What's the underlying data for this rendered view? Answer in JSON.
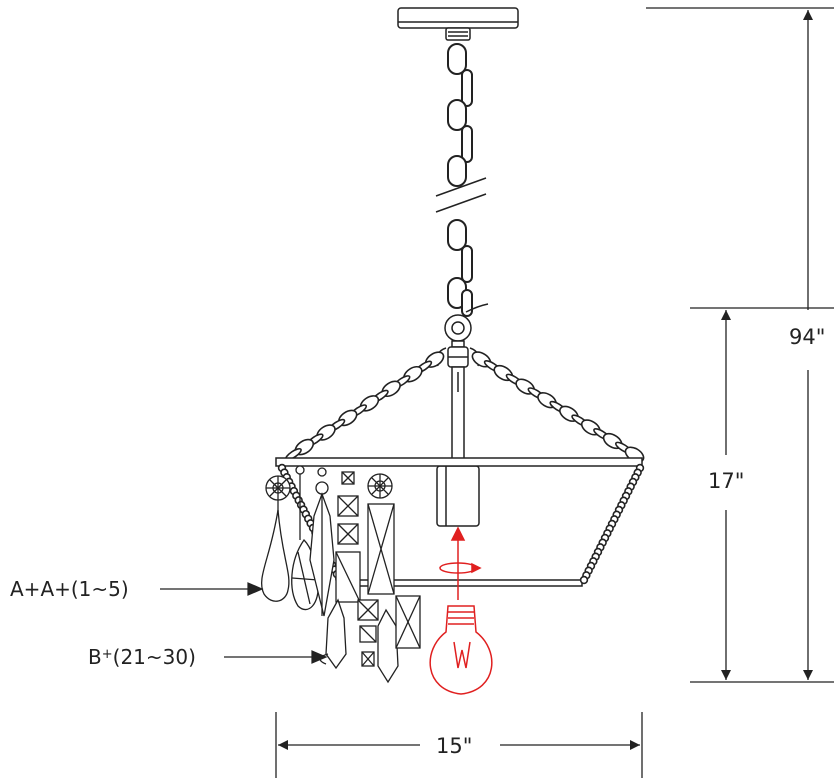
{
  "dimensions": {
    "overall_height": "94\"",
    "body_height": "17\"",
    "width": "15\""
  },
  "callouts": {
    "a_label": "A+A+(1~5)",
    "b_prefix": "B",
    "b_plus": "+",
    "b_range": "(21~30)"
  },
  "colors": {
    "line": "#222222",
    "bulb": "#e02020"
  }
}
